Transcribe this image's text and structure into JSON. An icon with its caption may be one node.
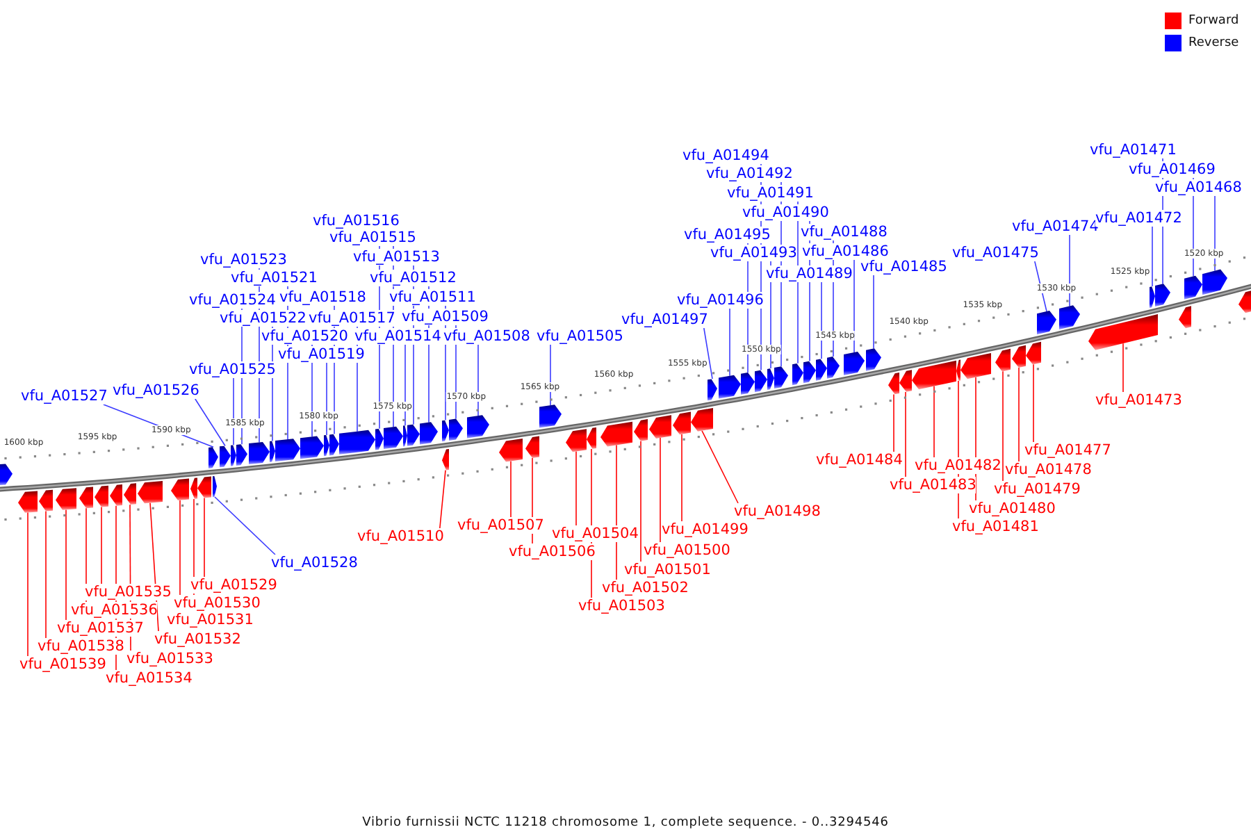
{
  "diagram": {
    "caption": "Vibrio furnissii NCTC 11218 chromosome 1, complete sequence. - 0..3294546",
    "nodes": [
      {
        "text": [
          "vfu_A01527"
        ]
      },
      {
        "text": [],
        "shape": "arrow"
      },
      {
        "text": [
          "vfu_A01526"
        ]
      },
      {
        "text": [],
        "shape": "arrow"
      },
      {
        "text": [
          "vfu_A01525"
        ]
      },
      {
        "text": [],
        "shape": "arrow"
      },
      {
        "text": [
          "vfu_A01524"
        ]
      },
      {
        "text": [],
        "shape": "arrow"
      },
      {
        "text": [
          "vfu_A01523"
        ]
      },
      {
        "text": [],
        "shape": "arrow"
      },
      {
        "text": [
          "vfu_A01522"
        ]
      },
      {
        "text": [],
        "shape": "arrow"
      },
      {
        "text": [
          "vfu_A01521"
        ]
      },
      {
        "text": [],
        "shape": "arrow"
      },
      {
        "text": [
          "vfu_A01520"
        ]
      },
      {
        "text": [],
        "shape": "arrow"
      },
      {
        "text": [
          "vfu_A01519"
        ]
      },
      {
        "text": [],
        "shape": "arrow"
      },
      {
        "text": [
          "vfu_A01518"
        ]
      },
      {
        "text": [],
        "shape": "arrow"
      },
      {
        "text": [
          "vfu_A01517"
        ]
      },
      {
        "text": [],
        "shape": "arrow"
      },
      {
        "text": [
          "vfu_A01516"
        ]
      },
      {
        "text": [],
        "shape": "arrow"
      },
      {
        "text": [
          "vfu_A01515"
        ]
      },
      {
        "text": [],
        "shape": "arrow"
      },
      {
        "text": [
          "vfu_A01514"
        ]
      },
      {
        "text": [],
        "shape": "arrow"
      },
      {
        "text": [
          "vfu_A01513"
        ]
      },
      {
        "text": [],
        "shape": "arrow"
      },
      {
        "text": [
          "vfu_A01512"
        ]
      },
      {
        "text": [],
        "shape": "arrow"
      },
      {
        "text": [
          "vfu_A01511"
        ]
      },
      {
        "text": [],
        "shape": "arrow"
      },
      {
        "text": [
          "vfu_A01509"
        ]
      },
      {
        "text": [],
        "shape": "arrow"
      },
      {
        "text": [
          "vfu_A01508"
        ]
      },
      {
        "text": [],
        "shape": "arrow"
      },
      {
        "text": [
          "vfu_A01505"
        ]
      },
      {
        "text": [],
        "shape": "arrow"
      },
      {
        "text": [
          "vfu_A01497"
        ]
      },
      {
        "text": [],
        "shape": "arrow"
      },
      {
        "text": [
          "vfu_A01496"
        ]
      },
      {
        "text": [],
        "shape": "arrow"
      },
      {
        "text": [
          "vfu_A01495"
        ]
      },
      {
        "text": [],
        "shape": "arrow"
      },
      {
        "text": [
          "vfu_A01494"
        ]
      },
      {
        "text": [],
        "shape": "arrow"
      },
      {
        "text": [
          "vfu_A01493"
        ]
      },
      {
        "text": [],
        "shape": "arrow"
      },
      {
        "text": [
          "vfu_A01492"
        ]
      },
      {
        "text": [],
        "shape": "arrow"
      },
      {
        "text": [
          "vfu_A01491"
        ]
      },
      {
        "text": [],
        "shape": "arrow"
      },
      {
        "text": [
          "vfu_A01490"
        ]
      },
      {
        "text": [],
        "shape": "arrow"
      },
      {
        "text": [
          "vfu_A01489"
        ]
      },
      {
        "text": [],
        "shape": "arrow"
      },
      {
        "text": [
          "vfu_A01488"
        ]
      },
      {
        "text": [],
        "shape": "arrow"
      },
      {
        "text": [
          "vfu_A01486"
        ]
      },
      {
        "text": [],
        "shape": "arrow"
      },
      {
        "text": [
          "vfu_A01485"
        ]
      },
      {
        "text": [],
        "shape": "arrow"
      },
      {
        "text": [
          "vfu_A01475"
        ]
      },
      {
        "text": [],
        "shape": "arrow"
      },
      {
        "text": [
          "vfu_A01474"
        ]
      },
      {
        "text": [],
        "shape": "arrow"
      },
      {
        "text": [
          "vfu_A01472"
        ]
      },
      {
        "text": [],
        "shape": "arrow"
      },
      {
        "text": [
          "vfu_A01471"
        ]
      },
      {
        "text": [],
        "shape": "arrow"
      },
      {
        "text": [
          "vfu_A01469"
        ]
      },
      {
        "text": [],
        "shape": "arrow"
      },
      {
        "text": [
          "vfu_A01468"
        ]
      },
      {
        "text": [],
        "shape": "arrow"
      },
      {
        "text": [
          "vfu_A01528"
        ]
      },
      {
        "text": [],
        "shape": "arrow"
      },
      {
        "text": [
          "vfu_A01510"
        ]
      },
      {
        "text": [],
        "shape": "arrow"
      },
      {
        "text": [
          "vfu_A01507"
        ]
      },
      {
        "text": [],
        "shape": "arrow"
      },
      {
        "text": [
          "vfu_A01506"
        ]
      },
      {
        "text": [],
        "shape": "arrow"
      },
      {
        "text": [
          "vfu_A01504"
        ]
      },
      {
        "text": [],
        "shape": "arrow"
      },
      {
        "text": [
          "vfu_A01503"
        ]
      },
      {
        "text": [],
        "shape": "arrow"
      },
      {
        "text": [
          "vfu_A01502"
        ]
      },
      {
        "text": [],
        "shape": "arrow"
      },
      {
        "text": [
          "vfu_A01501"
        ]
      },
      {
        "text": [],
        "shape": "arrow"
      },
      {
        "text": [
          "vfu_A01500"
        ]
      },
      {
        "text": [],
        "shape": "arrow"
      },
      {
        "text": [
          "vfu_A01499"
        ]
      },
      {
        "text": [],
        "shape": "arrow"
      },
      {
        "text": [
          "vfu_A01498"
        ]
      },
      {
        "text": [],
        "shape": "arrow"
      },
      {
        "text": [
          "vfu_A01484"
        ]
      },
      {
        "text": [],
        "shape": "arrow"
      },
      {
        "text": [
          "vfu_A01483"
        ]
      },
      {
        "text": [],
        "shape": "arrow"
      },
      {
        "text": [
          "vfu_A01482"
        ]
      },
      {
        "text": [],
        "shape": "arrow"
      },
      {
        "text": [
          "vfu_A01481"
        ]
      },
      {
        "text": [],
        "shape": "arrow"
      },
      {
        "text": [
          "vfu_A01480"
        ]
      },
      {
        "text": [],
        "shape": "arrow"
      },
      {
        "text": [
          "vfu_A01479"
        ]
      },
      {
        "text": [],
        "shape": "arrow"
      },
      {
        "text": [
          "vfu_A01478"
        ]
      },
      {
        "text": [],
        "shape": "arrow"
      },
      {
        "text": [
          "vfu_A01477"
        ]
      },
      {
        "text": [],
        "shape": "arrow"
      },
      {
        "text": [
          "vfu_A01473"
        ]
      },
      {
        "text": [],
        "shape": "arrow"
      },
      {
        "text": [
          "vfu_A01539"
        ]
      },
      {
        "text": [],
        "shape": "arrow"
      },
      {
        "text": [
          "vfu_A01538"
        ]
      },
      {
        "text": [],
        "shape": "arrow"
      },
      {
        "text": [
          "vfu_A01537"
        ]
      },
      {
        "text": [],
        "shape": "arrow"
      },
      {
        "text": [
          "vfu_A01536"
        ]
      },
      {
        "text": [],
        "shape": "arrow"
      },
      {
        "text": [
          "vfu_A01535"
        ]
      },
      {
        "text": [],
        "shape": "arrow"
      },
      {
        "text": [
          "vfu_A01534"
        ]
      },
      {
        "text": [],
        "shape": "arrow"
      },
      {
        "text": [
          "vfu_A01533"
        ]
      },
      {
        "text": [],
        "shape": "arrow"
      },
      {
        "text": [
          "vfu_A01532"
        ]
      },
      {
        "text": [],
        "shape": "arrow"
      },
      {
        "text": [
          "vfu_A01531"
        ]
      },
      {
        "text": [],
        "shape": "arrow"
      },
      {
        "text": [
          "vfu_A01530"
        ]
      },
      {
        "text": [],
        "shape": "arrow"
      },
      {
        "text": [
          "vfu_A01529"
        ]
      },
      {
        "text": [],
        "shape": "arrow"
      },
      {
        "text": [],
        "shape": "arrow"
      },
      {
        "text": [],
        "shape": "arrow"
      },
      {
        "text": [],
        "shape": "arrow"
      }
    ],
    "edges": [
      {
        "from": 0,
        "to": 1,
        "arrow": "none"
      },
      {
        "from": 2,
        "to": 3,
        "arrow": "none"
      },
      {
        "from": 4,
        "to": 5,
        "arrow": "none"
      },
      {
        "from": 6,
        "to": 7,
        "arrow": "none"
      },
      {
        "from": 8,
        "to": 9,
        "arrow": "none"
      },
      {
        "from": 10,
        "to": 11,
        "arrow": "none"
      },
      {
        "from": 12,
        "to": 13,
        "arrow": "none"
      },
      {
        "from": 14,
        "to": 15,
        "arrow": "none"
      },
      {
        "from": 16,
        "to": 17,
        "arrow": "none"
      },
      {
        "from": 18,
        "to": 19,
        "arrow": "none"
      },
      {
        "from": 20,
        "to": 21,
        "arrow": "none"
      },
      {
        "from": 22,
        "to": 23,
        "arrow": "none"
      },
      {
        "from": 24,
        "to": 25,
        "arrow": "none"
      },
      {
        "from": 26,
        "to": 27,
        "arrow": "none"
      },
      {
        "from": 28,
        "to": 29,
        "arrow": "none"
      },
      {
        "from": 30,
        "to": 31,
        "arrow": "none"
      },
      {
        "from": 32,
        "to": 33,
        "arrow": "none"
      },
      {
        "from": 34,
        "to": 35,
        "arrow": "none"
      },
      {
        "from": 36,
        "to": 37,
        "arrow": "none"
      },
      {
        "from": 38,
        "to": 39,
        "arrow": "none"
      },
      {
        "from": 40,
        "to": 41,
        "arrow": "none"
      },
      {
        "from": 42,
        "to": 43,
        "arrow": "none"
      },
      {
        "from": 44,
        "to": 45,
        "arrow": "none"
      },
      {
        "from": 46,
        "to": 47,
        "arrow": "none"
      },
      {
        "from": 48,
        "to": 49,
        "arrow": "none"
      },
      {
        "from": 50,
        "to": 51,
        "arrow": "none"
      },
      {
        "from": 52,
        "to": 53,
        "arrow": "none"
      },
      {
        "from": 54,
        "to": 55,
        "arrow": "none"
      },
      {
        "from": 56,
        "to": 57,
        "arrow": "none"
      },
      {
        "from": 58,
        "to": 59,
        "arrow": "none"
      },
      {
        "from": 60,
        "to": 61,
        "arrow": "none"
      },
      {
        "from": 62,
        "to": 63,
        "arrow": "none"
      },
      {
        "from": 64,
        "to": 65,
        "arrow": "none"
      },
      {
        "from": 66,
        "to": 67,
        "arrow": "none"
      },
      {
        "from": 68,
        "to": 69,
        "arrow": "none"
      },
      {
        "from": 70,
        "to": 71,
        "arrow": "none"
      },
      {
        "from": 72,
        "to": 73,
        "arrow": "none"
      },
      {
        "from": 74,
        "to": 75,
        "arrow": "none"
      },
      {
        "from": 76,
        "to": 77,
        "arrow": "none"
      },
      {
        "from": 78,
        "to": 79,
        "arrow": "none",
        "color": "#ff0000"
      },
      {
        "from": 80,
        "to": 81,
        "arrow": "none",
        "color": "#ff0000"
      },
      {
        "from": 82,
        "to": 83,
        "arrow": "none",
        "color": "#ff0000"
      },
      {
        "from": 84,
        "to": 85,
        "arrow": "none",
        "color": "#ff0000"
      },
      {
        "from": 86,
        "to": 87,
        "arrow": "none",
        "color": "#ff0000"
      },
      {
        "from": 88,
        "to": 89,
        "arrow": "none",
        "color": "#ff0000"
      },
      {
        "from": 90,
        "to": 91,
        "arrow": "none",
        "color": "#ff0000"
      },
      {
        "from": 92,
        "to": 93,
        "arrow": "none",
        "color": "#ff0000"
      },
      {
        "from": 94,
        "to": 95,
        "arrow": "none",
        "color": "#ff0000"
      },
      {
        "from": 96,
        "to": 97,
        "arrow": "none",
        "color": "#ff0000"
      },
      {
        "from": 98,
        "to": 99,
        "arrow": "none",
        "color": "#ff0000"
      },
      {
        "from": 100,
        "to": 101,
        "arrow": "none",
        "color": "#ff0000"
      },
      {
        "from": 102,
        "to": 103,
        "arrow": "none",
        "color": "#ff0000"
      },
      {
        "from": 104,
        "to": 105,
        "arrow": "none",
        "color": "#ff0000"
      },
      {
        "from": 106,
        "to": 107,
        "arrow": "none",
        "color": "#ff0000"
      },
      {
        "from": 108,
        "to": 109,
        "arrow": "none",
        "color": "#ff0000"
      },
      {
        "from": 110,
        "to": 111,
        "arrow": "none",
        "color": "#ff0000"
      },
      {
        "from": 112,
        "to": 113,
        "arrow": "none",
        "color": "#ff0000"
      },
      {
        "from": 114,
        "to": 115,
        "arrow": "none",
        "color": "#ff0000"
      },
      {
        "from": 116,
        "to": 117,
        "arrow": "none",
        "color": "#ff0000"
      },
      {
        "from": 118,
        "to": 119,
        "arrow": "none",
        "color": "#ff0000"
      },
      {
        "from": 120,
        "to": 121,
        "arrow": "none",
        "color": "#ff0000"
      },
      {
        "from": 122,
        "to": 123,
        "arrow": "none",
        "color": "#ff0000"
      },
      {
        "from": 124,
        "to": 125,
        "arrow": "none",
        "color": "#ff0000"
      },
      {
        "from": 126,
        "to": 127,
        "arrow": "none",
        "color": "#ff0000"
      },
      {
        "from": 128,
        "to": 129,
        "arrow": "none",
        "color": "#ff0000"
      },
      {
        "from": 130,
        "to": 131,
        "arrow": "none",
        "color": "#ff0000"
      },
      {
        "from": 132,
        "to": 133,
        "arrow": "none",
        "color": "#ff0000"
      },
      {
        "from": 134,
        "to": 135,
        "arrow": "none",
        "color": "#ff0000"
      },
      {
        "from": 136,
        "to": 137,
        "arrow": "none",
        "color": "#ff0000"
      }
    ],
    "labels": [
      "1600 kbp",
      "1595 kbp",
      "1590 kbp",
      "1585 kbp",
      "1580 kbp",
      "1575 kbp",
      "1570 kbp",
      "1565 kbp",
      "1560 kbp",
      "1555 kbp",
      "1550 kbp",
      "1545 kbp",
      "1540 kbp",
      "1535 kbp",
      "1530 kbp",
      "1525 kbp",
      "1520 kbp"
    ],
    "legend": [
      {
        "text": "Forward",
        "color": "#ff0000"
      },
      {
        "text": "Reverse",
        "color": "#0000ff"
      }
    ]
  }
}
